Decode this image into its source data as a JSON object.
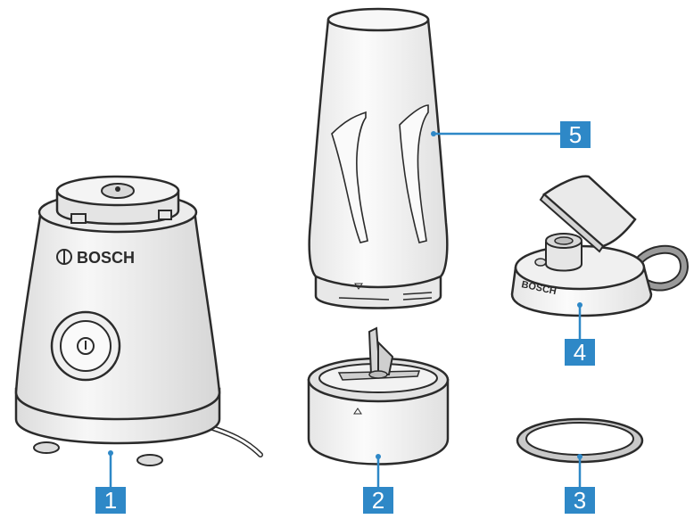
{
  "brand": {
    "logo_text": "BOSCH",
    "cap_side_text": "BOSCH"
  },
  "callouts": [
    {
      "number": "1",
      "part": "motor base"
    },
    {
      "number": "2",
      "part": "blade assembly"
    },
    {
      "number": "3",
      "part": "sealing ring"
    },
    {
      "number": "4",
      "part": "drinking lid"
    },
    {
      "number": "5",
      "part": "blender bottle"
    }
  ],
  "colors": {
    "outline": "#2b2b2b",
    "body_light": "#f3f3f3",
    "body_shade": "#dcdcdc",
    "callout_blue": "#2e88c7",
    "callout_text": "#ffffff",
    "gasket_gray": "#c9c9c9",
    "loop_gray": "#9a9a9a"
  }
}
